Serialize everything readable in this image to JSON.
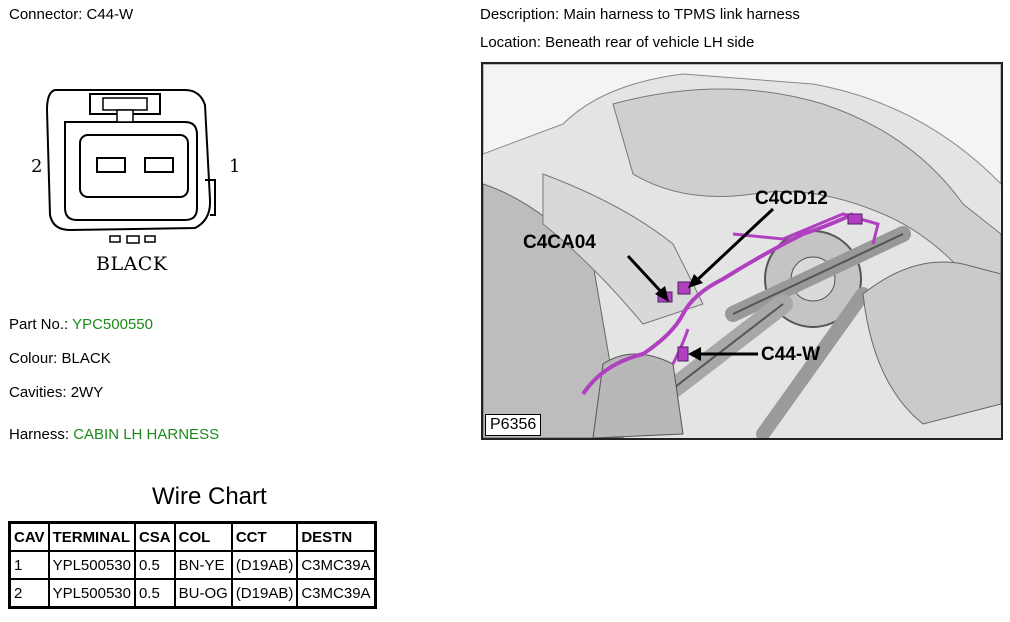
{
  "connector": {
    "label": "Connector:",
    "id": "C44-W",
    "pin_left": "2",
    "pin_right": "1",
    "colour_text": "BLACK"
  },
  "description": {
    "label": "Description:",
    "value": "Main harness to TPMS link harness"
  },
  "location": {
    "label": "Location:",
    "value": "Beneath rear of vehicle LH side"
  },
  "details": {
    "part_no_label": "Part No.:",
    "part_no": "YPC500550",
    "colour_label": "Colour:",
    "colour": "BLACK",
    "cavities_label": "Cavities:",
    "cavities": "2WY",
    "harness_label": "Harness:",
    "harness": "CABIN LH HARNESS",
    "link_color": "#1a8a1a"
  },
  "photo": {
    "callouts": [
      "C4CD12",
      "C4CA04",
      "C44-W"
    ],
    "ref": "P6356",
    "harness_color": "#b040c0"
  },
  "wire_chart": {
    "title": "Wire Chart",
    "headers": [
      "CAV",
      "TERMINAL",
      "CSA",
      "COL",
      "CCT",
      "DESTN"
    ],
    "rows": [
      [
        "1",
        "YPL500530",
        "0.5",
        "BN-YE",
        "(D19AB)",
        "C3MC39A"
      ],
      [
        "2",
        "YPL500530",
        "0.5",
        "BU-OG",
        "(D19AB)",
        "C3MC39A"
      ]
    ]
  }
}
